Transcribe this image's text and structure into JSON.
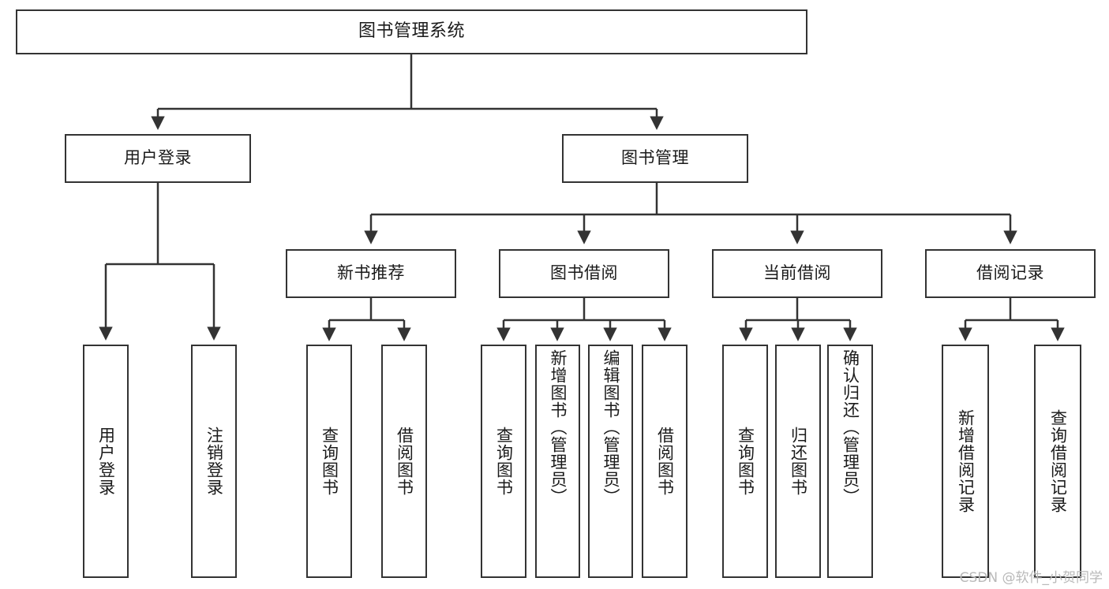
{
  "diagram": {
    "title": "图书管理系统",
    "type": "hierarchy-tree",
    "root": {
      "label": "图书管理系统"
    },
    "level2": [
      {
        "label": "用户登录"
      },
      {
        "label": "图书管理"
      }
    ],
    "level3": [
      {
        "label": "新书推荐"
      },
      {
        "label": "图书借阅"
      },
      {
        "label": "当前借阅"
      },
      {
        "label": "借阅记录"
      }
    ],
    "leaves": {
      "user_login": [
        {
          "label": "用户登录"
        },
        {
          "label": "注销登录"
        }
      ],
      "new_book_recommend": [
        {
          "label": "查询图书"
        },
        {
          "label": "借阅图书"
        }
      ],
      "book_borrow": [
        {
          "label": "查询图书"
        },
        {
          "label": "新增图书（管理员）"
        },
        {
          "label": "编辑图书（管理员）"
        },
        {
          "label": "借阅图书"
        }
      ],
      "current_borrow": [
        {
          "label": "查询图书"
        },
        {
          "label": "归还图书"
        },
        {
          "label": "确认归还（管理员）"
        }
      ],
      "borrow_record": [
        {
          "label": "新增借阅记录"
        },
        {
          "label": "查询借阅记录"
        }
      ]
    },
    "watermark": "CSDN @软件_小贺同学",
    "colors": {
      "stroke": "#333333",
      "background": "#ffffff",
      "text": "#1a1a1a",
      "watermark": "#b9b9b9"
    }
  }
}
